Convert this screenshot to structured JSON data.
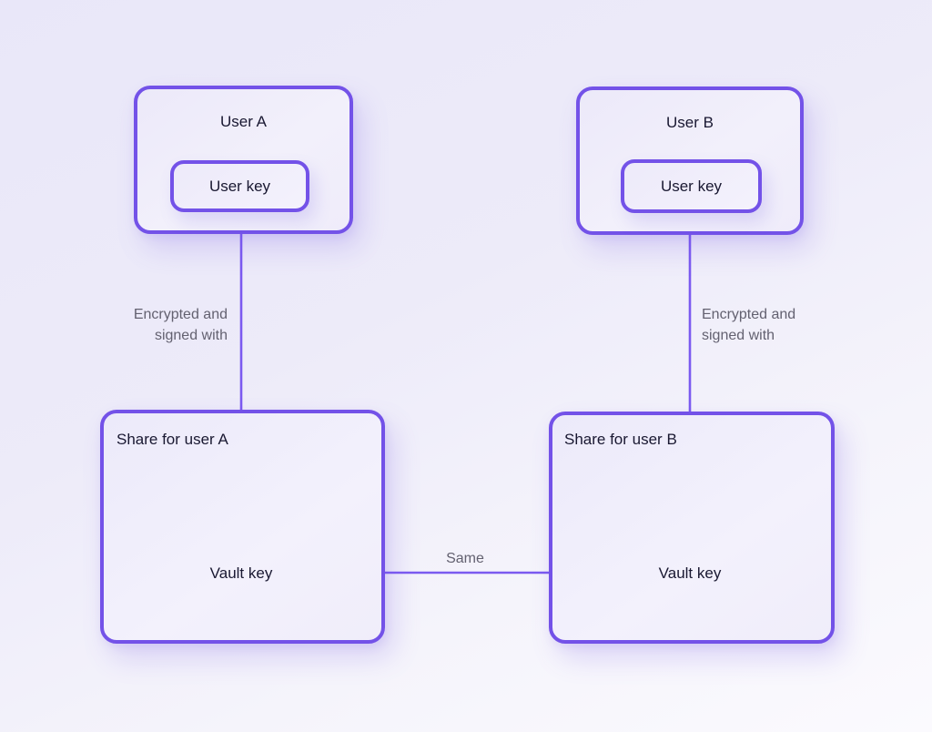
{
  "colors": {
    "stroke": "#7352e8",
    "arrow": "#7b5af0",
    "text-dark": "#191831",
    "text-gray": "#636170",
    "background_top": "#e9e7f9",
    "background_bottom": "#fbfafe"
  },
  "diagram": {
    "user_a": {
      "title": "User A",
      "key_label": "User key"
    },
    "user_b": {
      "title": "User B",
      "key_label": "User key"
    },
    "share_a": {
      "title": "Share for user A",
      "vault_label": "Vault key"
    },
    "share_b": {
      "title": "Share for user B",
      "vault_label": "Vault key"
    },
    "edges": {
      "a_label": "Encrypted and signed with",
      "b_label": "Encrypted and signed with",
      "same_label": "Same"
    }
  }
}
